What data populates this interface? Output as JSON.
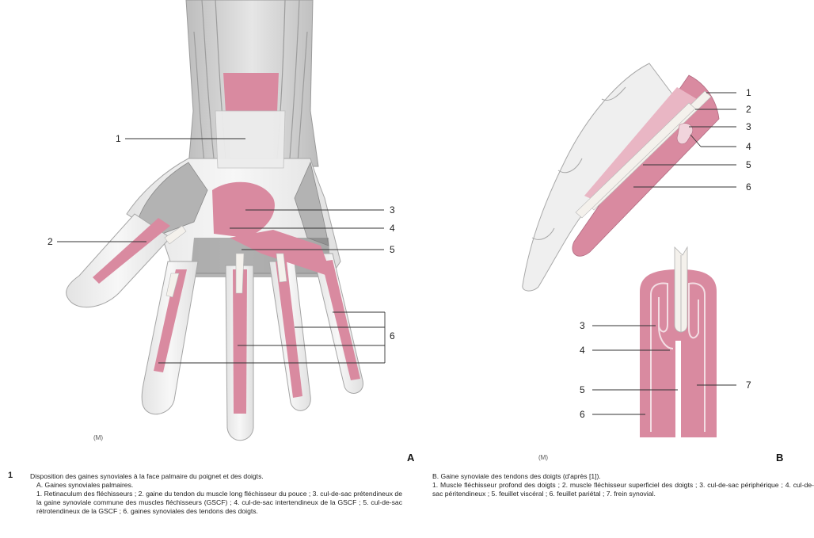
{
  "figure": {
    "number": "1",
    "credit_left": "(M)",
    "credit_right": "(M)",
    "panel_a": "A",
    "panel_b": "B"
  },
  "hand_labels": [
    "1",
    "2",
    "3",
    "4",
    "5",
    "6"
  ],
  "finger_labels": [
    "1",
    "2",
    "3",
    "4",
    "5",
    "6"
  ],
  "sheath_labels": [
    "3",
    "4",
    "5",
    "6",
    "7"
  ],
  "caption": {
    "title": "Disposition des gaines synoviales à la face palmaire du poignet et des doigts.",
    "panel_a_title": "A. Gaines synoviales palmaires.",
    "panel_a_legend": "1. Retinaculum des fléchisseurs ; 2. gaine du tendon du muscle long fléchisseur du pouce ; 3. cul-de-sac prétendineux de la gaine synoviale commune des muscles fléchisseurs (GSCF) ; 4. cul-de-sac intertendineux de la GSCF ; 5. cul-de-sac rétrotendineux de la GSCF ; 6. gaines synoviales des tendons des doigts.",
    "panel_b_title": "B. Gaine synoviale des tendons des doigts (d'après [1]).",
    "panel_b_legend": "1. Muscle fléchisseur profond des doigts ; 2. muscle fléchisseur superficiel des doigts ; 3. cul-de-sac périphérique ; 4. cul-de-sac péritendineux ; 5. feuillet viscéral ; 6. feuillet pariétal ; 7. frein synovial."
  },
  "colors": {
    "sheath_pink": "#d98aa0",
    "tendon_white": "#f4f1ec",
    "muscle_grey": "#8d8d8d",
    "line": "#333333"
  }
}
